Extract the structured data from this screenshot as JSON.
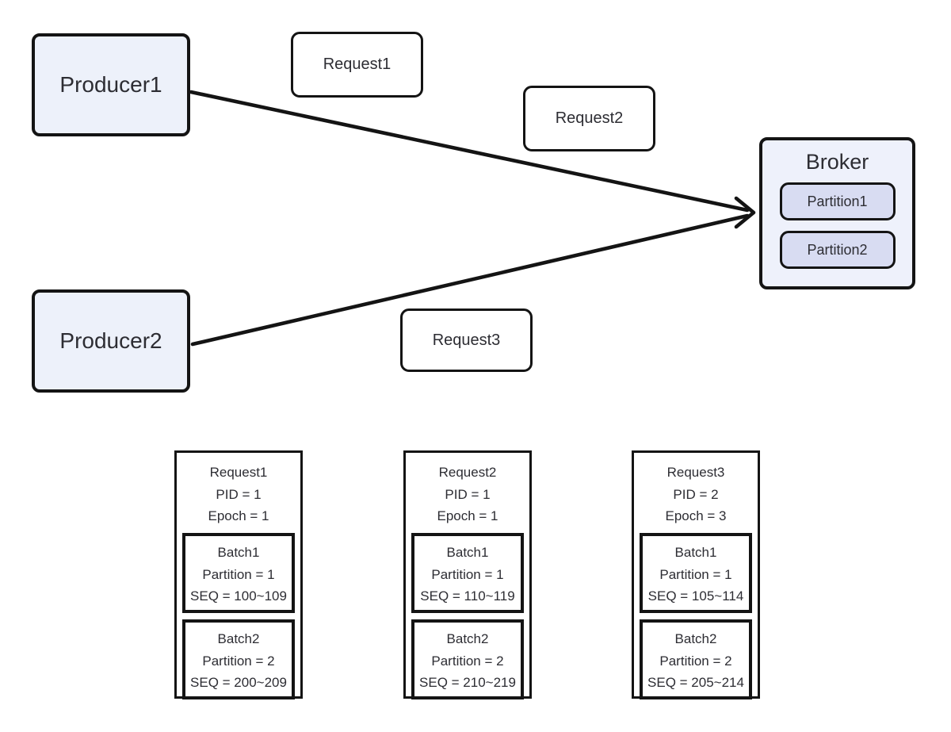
{
  "colors": {
    "producer_fill": "#edf1fa",
    "broker_fill": "#eef1fb",
    "partition_fill": "#d8dcf2",
    "border": "#141414",
    "text": "#2d2d33"
  },
  "nodes": {
    "producers": [
      {
        "label": "Producer1"
      },
      {
        "label": "Producer2"
      }
    ],
    "requests": [
      {
        "label": "Request1"
      },
      {
        "label": "Request2"
      },
      {
        "label": "Request3"
      }
    ],
    "broker": {
      "title": "Broker",
      "partitions": [
        {
          "label": "Partition1"
        },
        {
          "label": "Partition2"
        }
      ]
    }
  },
  "request_details": [
    {
      "title": "Request1",
      "pid": "PID = 1",
      "epoch": "Epoch = 1",
      "batches": [
        {
          "title": "Batch1",
          "partition": "Partition = 1",
          "seq": "SEQ = 100~109"
        },
        {
          "title": "Batch2",
          "partition": "Partition = 2",
          "seq": "SEQ = 200~209"
        }
      ]
    },
    {
      "title": "Request2",
      "pid": "PID = 1",
      "epoch": "Epoch = 1",
      "batches": [
        {
          "title": "Batch1",
          "partition": "Partition = 1",
          "seq": "SEQ = 110~119"
        },
        {
          "title": "Batch2",
          "partition": "Partition = 2",
          "seq": "SEQ = 210~219"
        }
      ]
    },
    {
      "title": "Request3",
      "pid": "PID = 2",
      "epoch": "Epoch = 3",
      "batches": [
        {
          "title": "Batch1",
          "partition": "Partition = 1",
          "seq": "SEQ = 105~114"
        },
        {
          "title": "Batch2",
          "partition": "Partition = 2",
          "seq": "SEQ = 205~214"
        }
      ]
    }
  ]
}
